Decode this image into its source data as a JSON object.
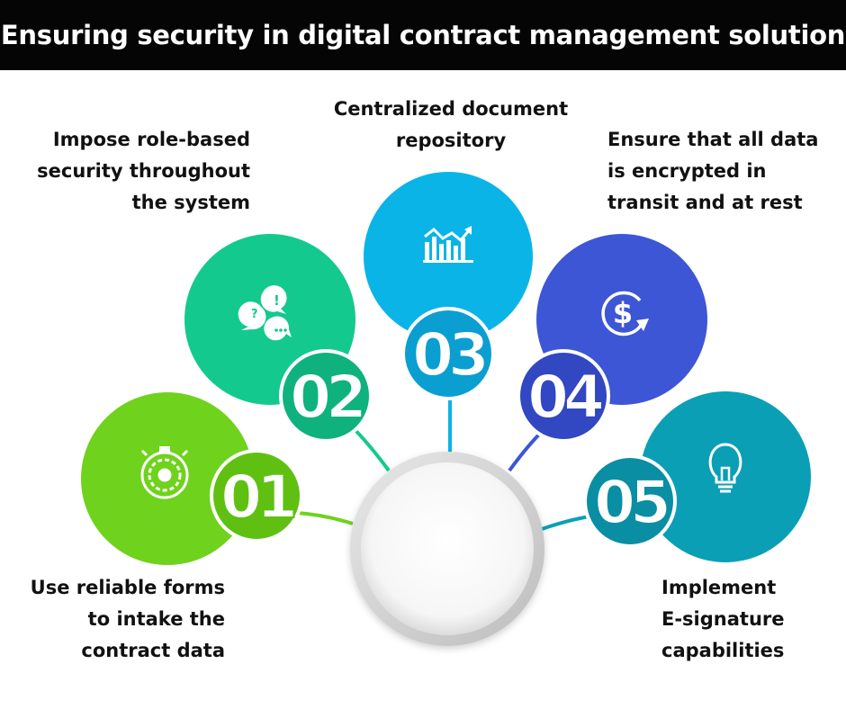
{
  "title": "Ensuring security in digital contract management solution",
  "steps": [
    {
      "number": "01",
      "icon": "stopwatch-icon",
      "color": "#6fd21c",
      "lines": [
        "Use reliable forms",
        "to intake the",
        "contract data"
      ]
    },
    {
      "number": "02",
      "icon": "chat-bubbles-icon",
      "color": "#14c98e",
      "lines": [
        "Impose role-based",
        "security throughout",
        "the system"
      ]
    },
    {
      "number": "03",
      "icon": "bar-chart-icon",
      "color": "#0bb4e6",
      "lines": [
        "Centralized document",
        "repository"
      ]
    },
    {
      "number": "04",
      "icon": "dollar-refresh-icon",
      "color": "#3d56d6",
      "lines": [
        "Ensure that all data",
        "is encrypted in",
        "transit and at rest"
      ]
    },
    {
      "number": "05",
      "icon": "lightbulb-icon",
      "color": "#0b9fb6",
      "lines": [
        "Implement",
        "E-signature",
        "capabilities"
      ]
    }
  ]
}
